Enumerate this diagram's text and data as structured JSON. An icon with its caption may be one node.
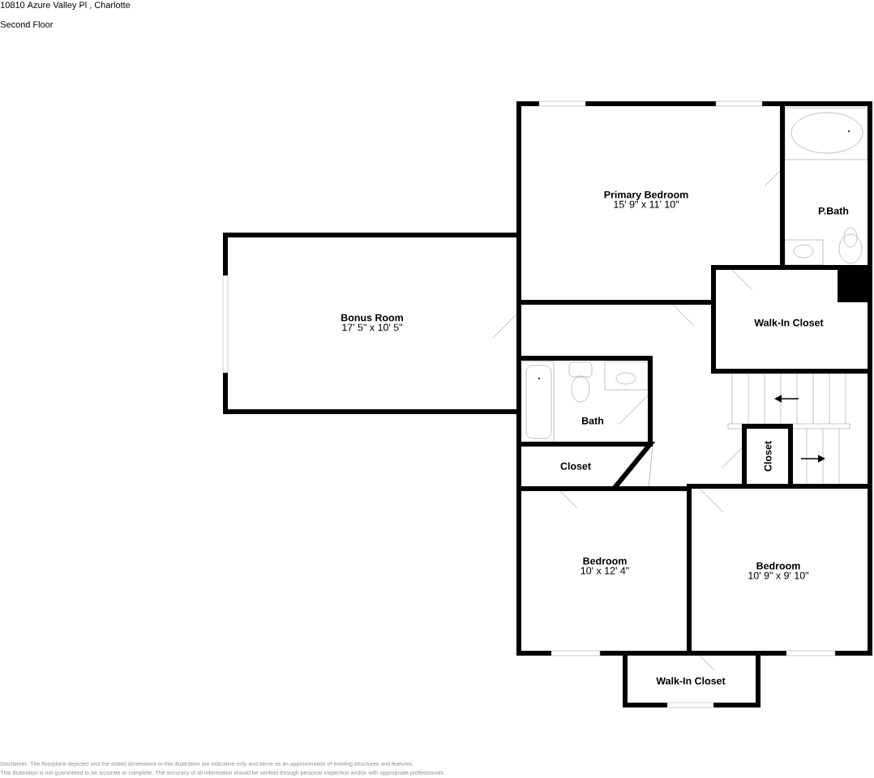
{
  "diagram": {
    "nodes": [
      {
        "text": [
          "Primary Bedroom",
          "15' 9\" x 11' 10\""
        ]
      },
      {
        "text": [
          "P.Bath"
        ]
      },
      {
        "text": [
          "Bonus Room",
          "17' 5\" x 10' 5\""
        ]
      },
      {
        "text": [
          "Walk-In Closet"
        ]
      },
      {
        "text": [
          "Bath"
        ]
      },
      {
        "text": [
          "Closet"
        ]
      },
      {
        "text": [
          "Closet"
        ]
      },
      {
        "text": [
          "Bedroom",
          "10' x 12' 4\""
        ]
      },
      {
        "text": [
          "Bedroom",
          "10' 9\" x 9' 10\""
        ]
      },
      {
        "text": [
          "Walk-In Closet"
        ]
      }
    ],
    "labels": [
      "10810 Azure Valley Pl , Charlotte",
      "Second Floor",
      "Disclaimer: The floorplans depicted and the stated dimensions in this illustration are indicative only and serve as an approximation of existing structures and features.",
      "This illustration is not guaranteed to be accurate or complete. The accuracy of all information should be verified through personal inspection and/or with appropriate professionals."
    ]
  }
}
